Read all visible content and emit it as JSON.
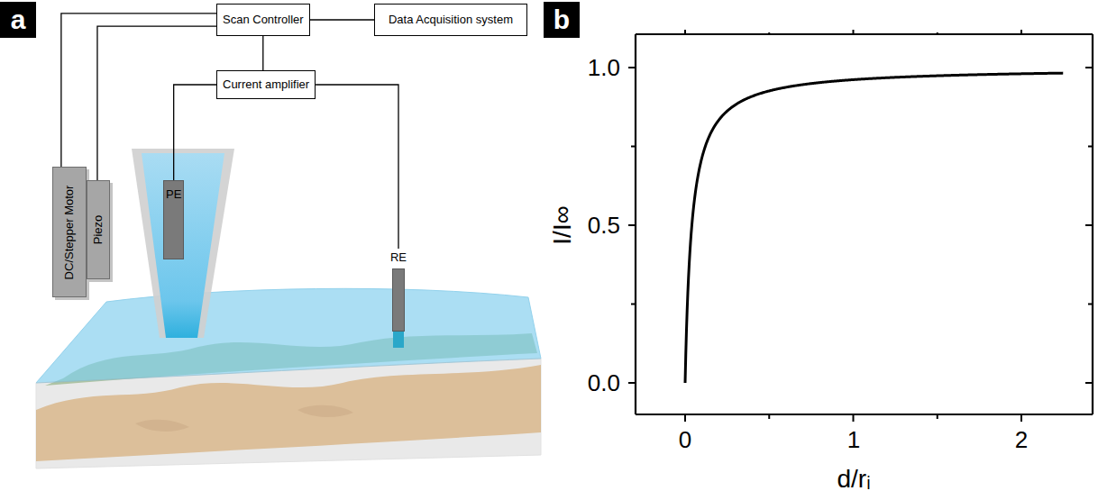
{
  "diagram": {
    "nodes": [
      {
        "text": [
          "Scan Controller"
        ]
      },
      {
        "text": [
          "Data Acquisition system"
        ]
      },
      {
        "text": [
          "Current amplifier"
        ]
      },
      {
        "text": [
          "DC/Stepper Motor"
        ]
      },
      {
        "text": [
          "Piezo"
        ]
      },
      {
        "text": [
          "PE"
        ]
      },
      {
        "text": [
          "RE"
        ]
      }
    ],
    "edges": [
      {
        "from": 0,
        "to": 1,
        "arrow": "none"
      },
      {
        "from": 0,
        "to": 2,
        "arrow": "none"
      },
      {
        "from": 0,
        "to": 3,
        "arrow": "none"
      },
      {
        "from": 0,
        "to": 4,
        "arrow": "none"
      },
      {
        "from": 2,
        "to": 5,
        "arrow": "none"
      },
      {
        "from": 2,
        "to": 6,
        "arrow": "none"
      }
    ],
    "labels": [
      "a",
      "b",
      "1.0",
      "0.5",
      "0.0",
      "0",
      "1",
      "2",
      "I/I∞",
      "d/rᵢ"
    ]
  }
}
